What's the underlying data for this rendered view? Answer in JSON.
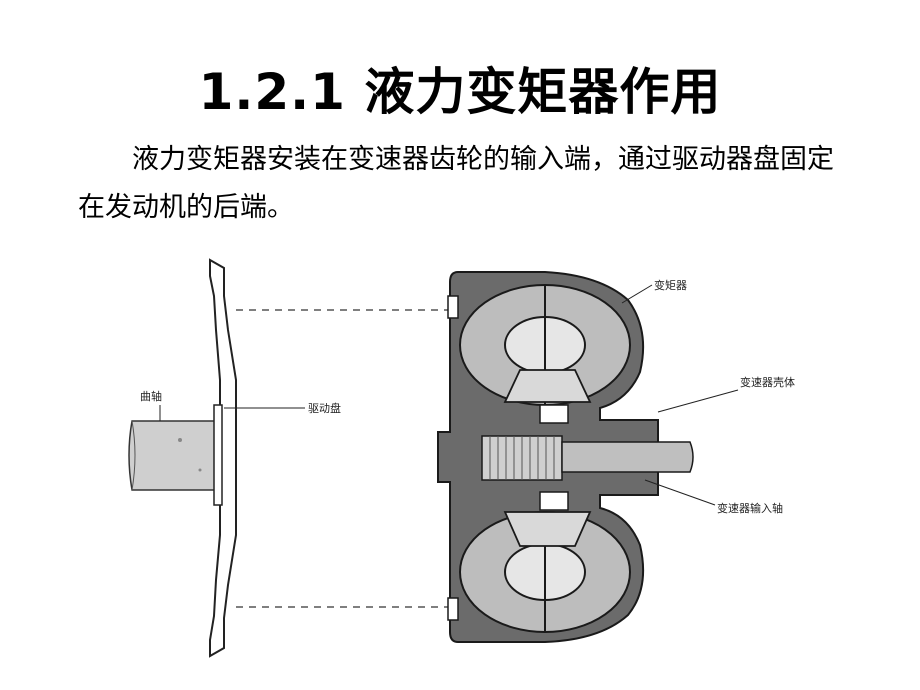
{
  "slide": {
    "title": "1.2.1 液力变矩器作用",
    "paragraph": "液力变矩器安装在变速器齿轮的输入端，通过驱动器盘固定在发动机的后端。"
  },
  "figure": {
    "labels": {
      "crankshaft": "曲轴",
      "drive_plate": "驱动盘",
      "torque_converter": "变矩器",
      "transmission_housing": "变速器壳体",
      "input_shaft": "变速器输入轴"
    }
  }
}
